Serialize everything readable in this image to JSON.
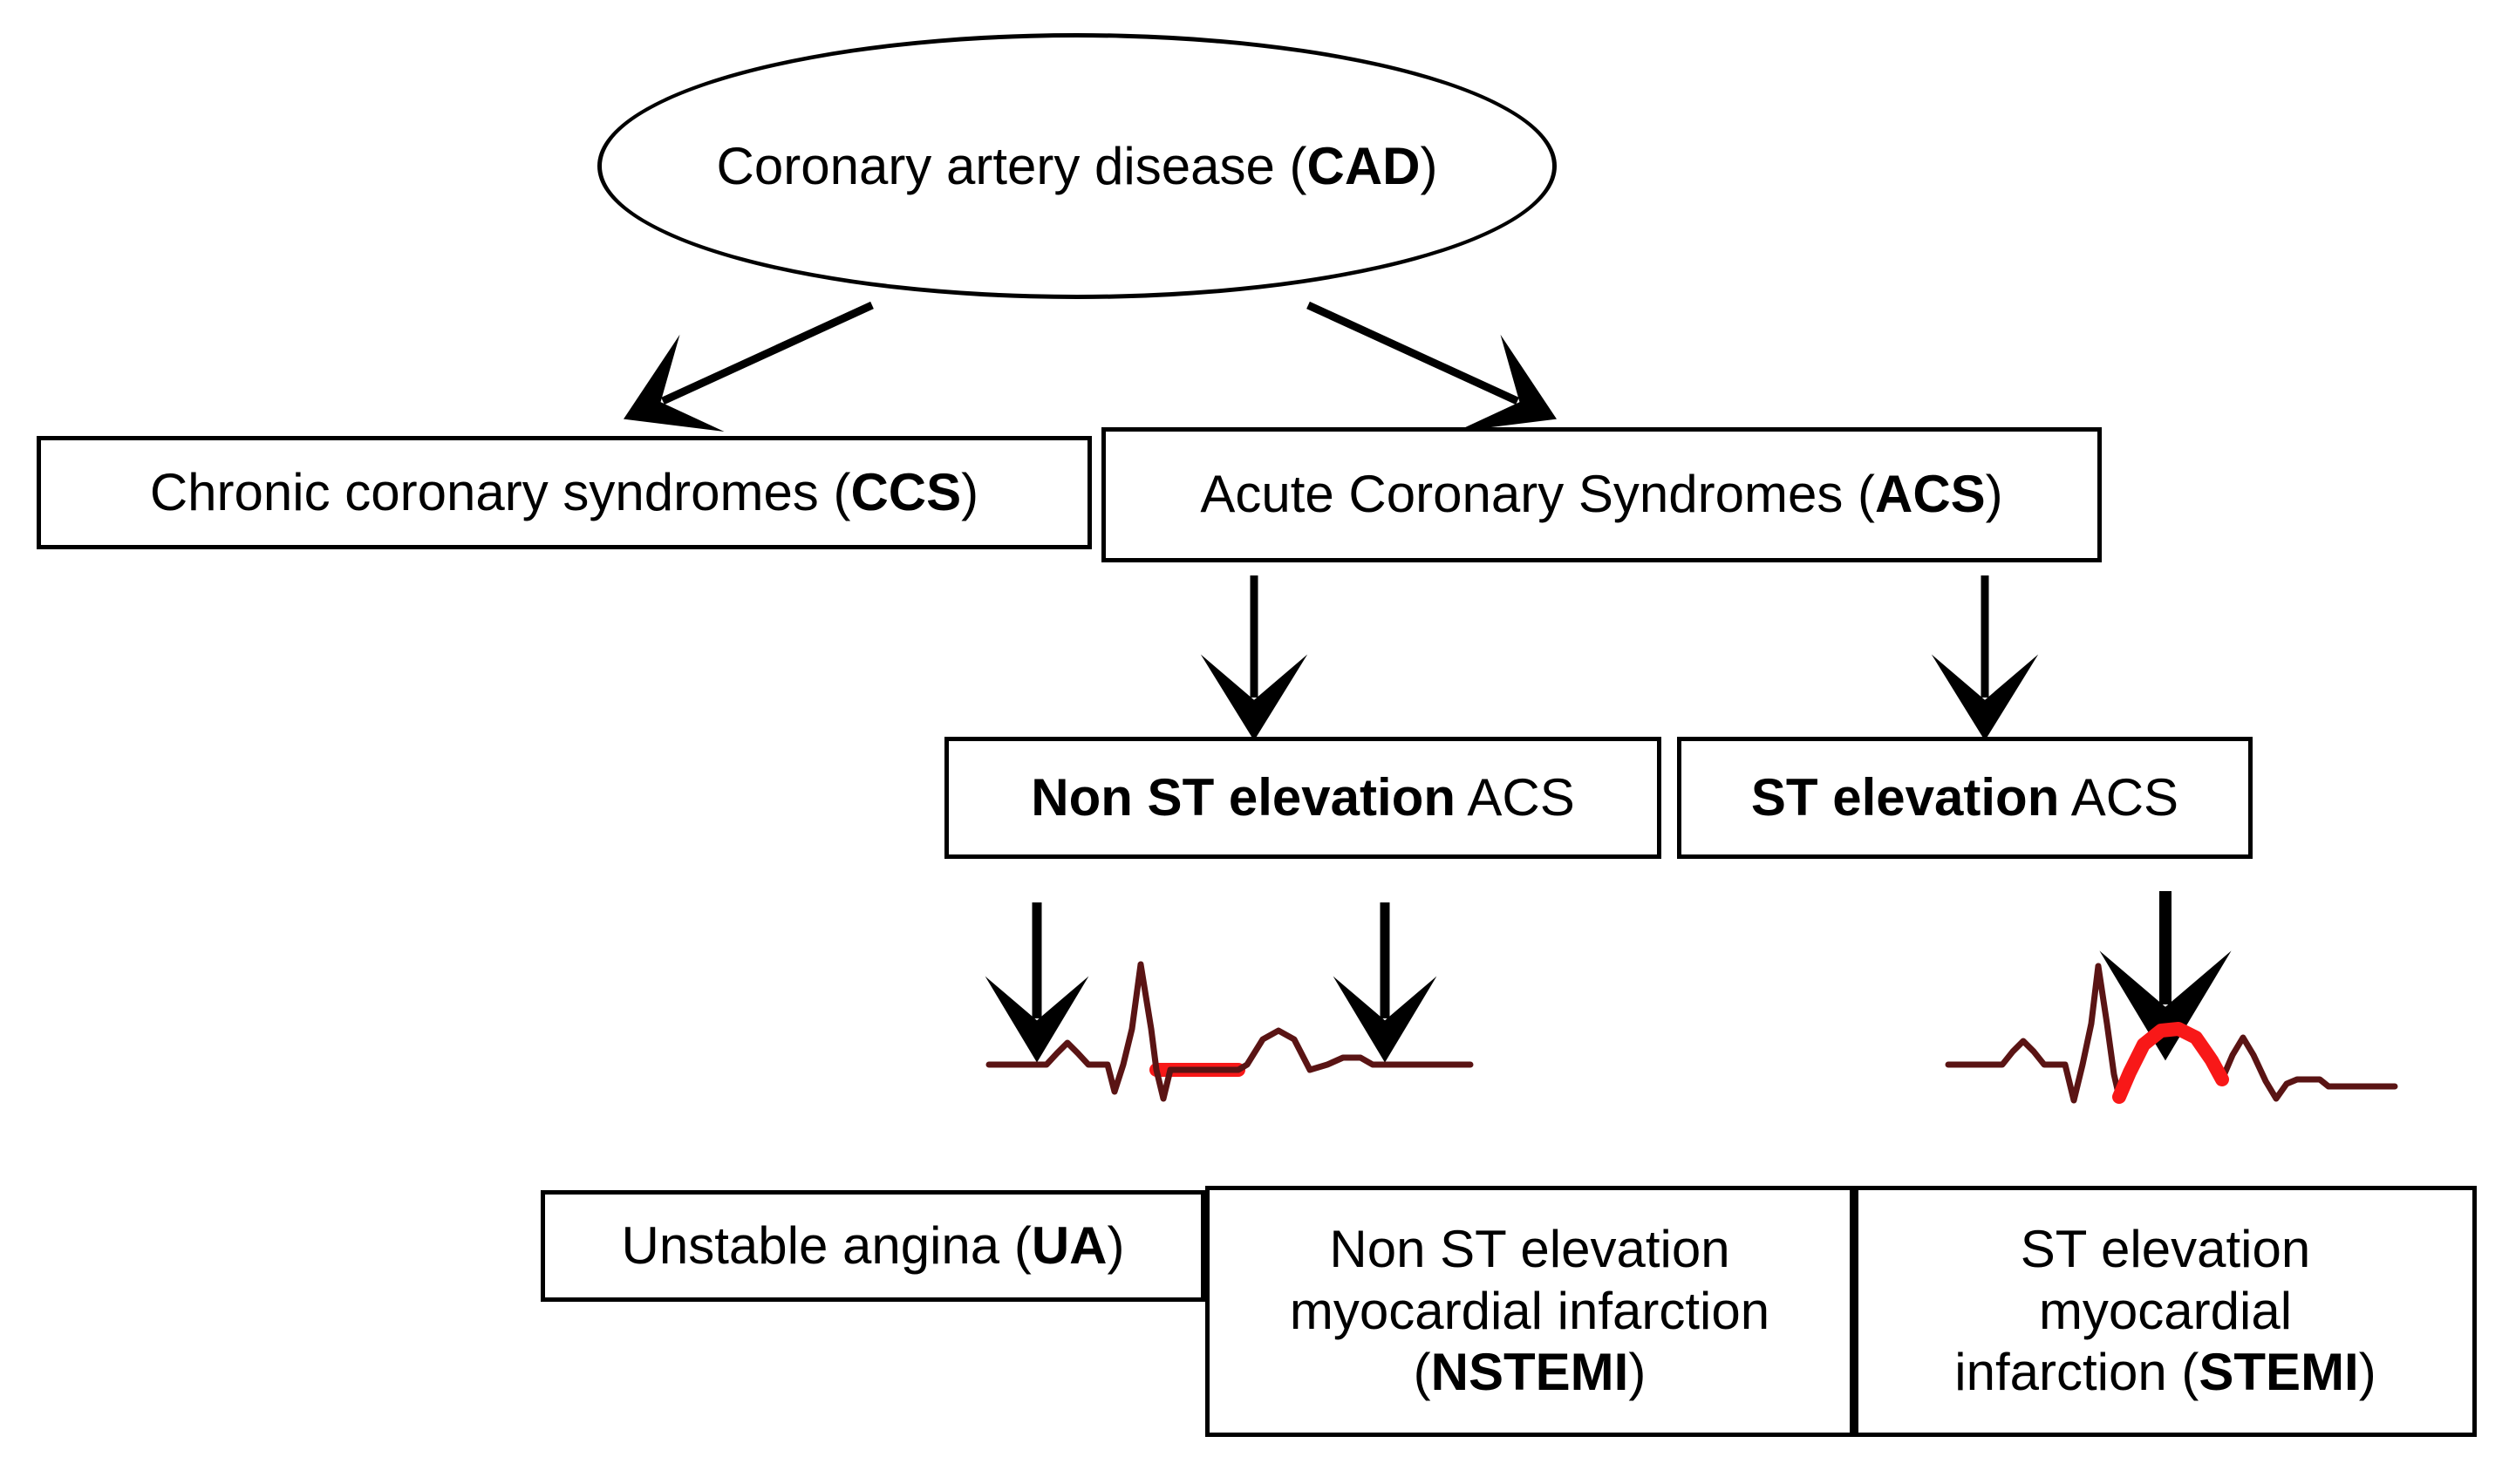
{
  "diagram": {
    "title": "Coronary artery disease classification flowchart",
    "colors": {
      "outline": "#000000",
      "background": "#ffffff",
      "ecg_trace": "#5A1414",
      "ecg_highlight": "#F81818"
    },
    "nodes": {
      "cad": {
        "shape": "ellipse",
        "line1": "Coronary artery",
        "line2_normal": "disease (",
        "line2_bold": "CAD",
        "line2_tail": ")"
      },
      "ccs": {
        "shape": "rect",
        "normal": "Chronic coronary syndromes (",
        "bold": "CCS",
        "tail": ")"
      },
      "acs": {
        "shape": "rect",
        "normal": "Acute Coronary Syndromes (",
        "bold": "ACS",
        "tail": ")"
      },
      "nste_acs": {
        "shape": "rect",
        "bold": "Non ST elevation",
        "normal": " ACS"
      },
      "ste_acs": {
        "shape": "rect",
        "bold": "ST elevation",
        "normal": " ACS"
      },
      "ua": {
        "shape": "rect",
        "normal": "Unstable angina (",
        "bold": "UA",
        "tail": ")"
      },
      "nstemi": {
        "shape": "rect",
        "line1": "Non ST elevation",
        "line2": "myocardial infarction",
        "line3_open": "(",
        "line3_bold": "NSTEMI",
        "line3_close": ")"
      },
      "stemi": {
        "shape": "rect",
        "line1": "ST elevation",
        "line2": "myocardial",
        "line3_normal": "infarction (",
        "line3_bold": "STEMI",
        "line3_close": ")"
      }
    },
    "ecg": {
      "nstemi_tracing": {
        "name": "ecg-st-depression",
        "finding": "ST segment depression / flat ST segment",
        "highlight_color": "#F81818",
        "trace_color": "#5A1414"
      },
      "stemi_tracing": {
        "name": "ecg-st-elevation",
        "finding": "ST segment elevation (domed)",
        "highlight_color": "#F81818",
        "trace_color": "#5A1414"
      }
    },
    "edges": [
      {
        "from": "cad",
        "to": "ccs",
        "style": "diagonal-arrow"
      },
      {
        "from": "cad",
        "to": "acs",
        "style": "diagonal-arrow"
      },
      {
        "from": "acs",
        "to": "nste_acs",
        "style": "vertical-arrow"
      },
      {
        "from": "acs",
        "to": "ste_acs",
        "style": "vertical-arrow"
      },
      {
        "from": "nste_acs",
        "to": "ua",
        "style": "vertical-arrow"
      },
      {
        "from": "nste_acs",
        "to": "nstemi",
        "style": "vertical-arrow"
      },
      {
        "from": "ste_acs",
        "to": "stemi",
        "style": "vertical-arrow"
      }
    ]
  }
}
